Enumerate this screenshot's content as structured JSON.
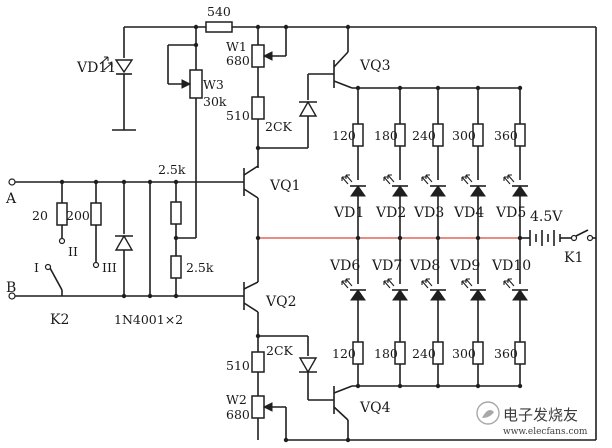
{
  "diagram": {
    "resistors": {
      "top": "540",
      "w1_ref": "W1",
      "w1_val": "680",
      "w3_ref": "W3",
      "w3_val": "30k",
      "r510_top": "510",
      "r2_5k_a": "2.5k",
      "r2_5k_b": "2.5k",
      "r20": "20",
      "r200": "200",
      "r510_bot": "510",
      "w2_ref": "W2",
      "w2_val": "680",
      "upper_row": [
        "120",
        "180",
        "240",
        "300",
        "360"
      ],
      "lower_row": [
        "120",
        "180",
        "240",
        "300",
        "360"
      ]
    },
    "transistors": [
      "VQ1",
      "VQ2",
      "VQ3",
      "VQ4"
    ],
    "diodes": {
      "vd11": "VD11",
      "ck_top": "2CK",
      "ck_bot": "2CK",
      "rectifier": "1N4001×2",
      "upper_leds": [
        "VD1",
        "VD2",
        "VD3",
        "VD4",
        "VD5"
      ],
      "lower_leds": [
        "VD6",
        "VD7",
        "VD8",
        "VD9",
        "VD10"
      ]
    },
    "terminals": {
      "a": "A",
      "b": "B",
      "pos_i": "I",
      "pos_ii": "II",
      "pos_iii": "III",
      "k2": "K2",
      "k1": "K1"
    },
    "battery": "4.5V"
  },
  "watermark": {
    "text": "电子发烧友",
    "url": "www.elecfans.com"
  },
  "icons": {
    "watermark_logo": "elecfans-logo-icon"
  }
}
